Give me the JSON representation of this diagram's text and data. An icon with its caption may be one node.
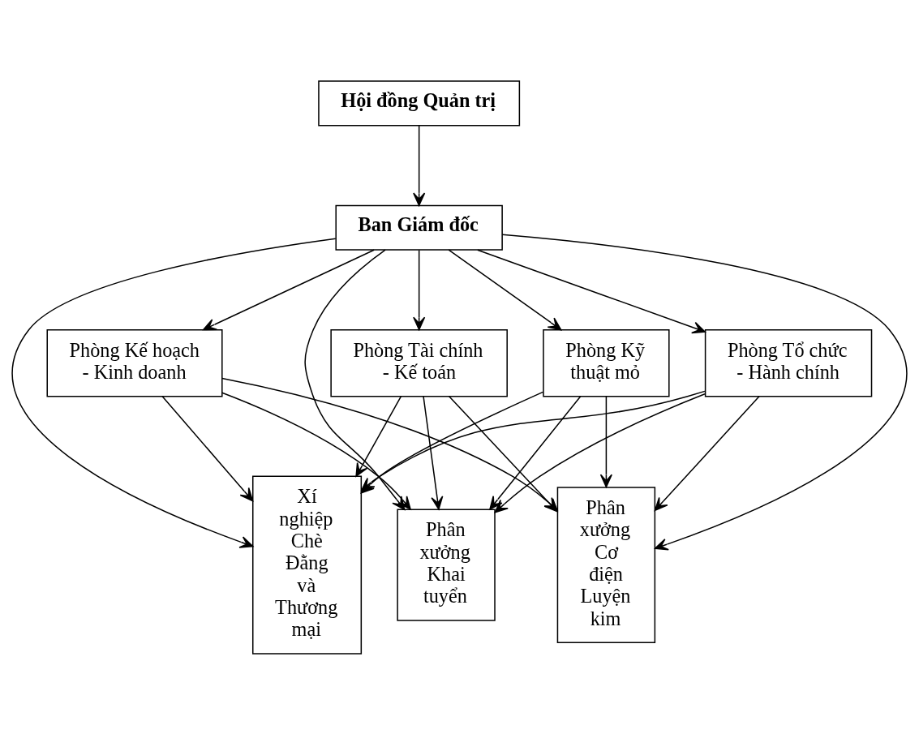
{
  "diagram": {
    "nodes": [
      {
        "text": [
          "Hội đồng Quản trị"
        ]
      },
      {
        "text": [
          "Ban Giám đốc"
        ]
      },
      {
        "text": [
          "Phòng Kỹ thuật mỏ"
        ]
      },
      {
        "text": [
          "Phòng Tổ chức - Hành chính"
        ]
      },
      {
        "text": [
          "Phòng Kế hoạch - Kinh doanh"
        ]
      },
      {
        "text": [
          "Phòng Tài chính - Kế toán"
        ]
      },
      {
        "text": [
          "Phân xưởng Khai tuyển"
        ]
      },
      {
        "text": [
          "Phân xưởng Cơ điện Luyện kim"
        ]
      },
      {
        "text": [
          "Xí nghiệp Chè Đằng và Thương mại"
        ]
      }
    ],
    "edges": [
      {
        "from": 0,
        "to": 1,
        "arrow": "to"
      },
      {
        "from": 1,
        "to": 2,
        "arrow": "to"
      },
      {
        "from": 1,
        "to": 3,
        "arrow": "to"
      },
      {
        "from": 1,
        "to": 4,
        "arrow": "to"
      },
      {
        "from": 1,
        "to": 5,
        "arrow": "to"
      },
      {
        "from": 1,
        "to": 6,
        "arrow": "to"
      },
      {
        "from": 1,
        "to": 7,
        "arrow": "to"
      },
      {
        "from": 1,
        "to": 8,
        "arrow": "to"
      },
      {
        "from": 2,
        "to": 6,
        "arrow": "to"
      },
      {
        "from": 2,
        "to": 7,
        "arrow": "to"
      },
      {
        "from": 2,
        "to": 8,
        "arrow": "to"
      },
      {
        "from": 3,
        "to": 6,
        "arrow": "to"
      },
      {
        "from": 3,
        "to": 7,
        "arrow": "to"
      },
      {
        "from": 3,
        "to": 8,
        "arrow": "to"
      },
      {
        "from": 4,
        "to": 6,
        "arrow": "to"
      },
      {
        "from": 4,
        "to": 7,
        "arrow": "to"
      },
      {
        "from": 4,
        "to": 8,
        "arrow": "to"
      },
      {
        "from": 5,
        "to": 6,
        "arrow": "to"
      },
      {
        "from": 5,
        "to": 7,
        "arrow": "to"
      },
      {
        "from": 5,
        "to": 8,
        "arrow": "to"
      }
    ]
  }
}
